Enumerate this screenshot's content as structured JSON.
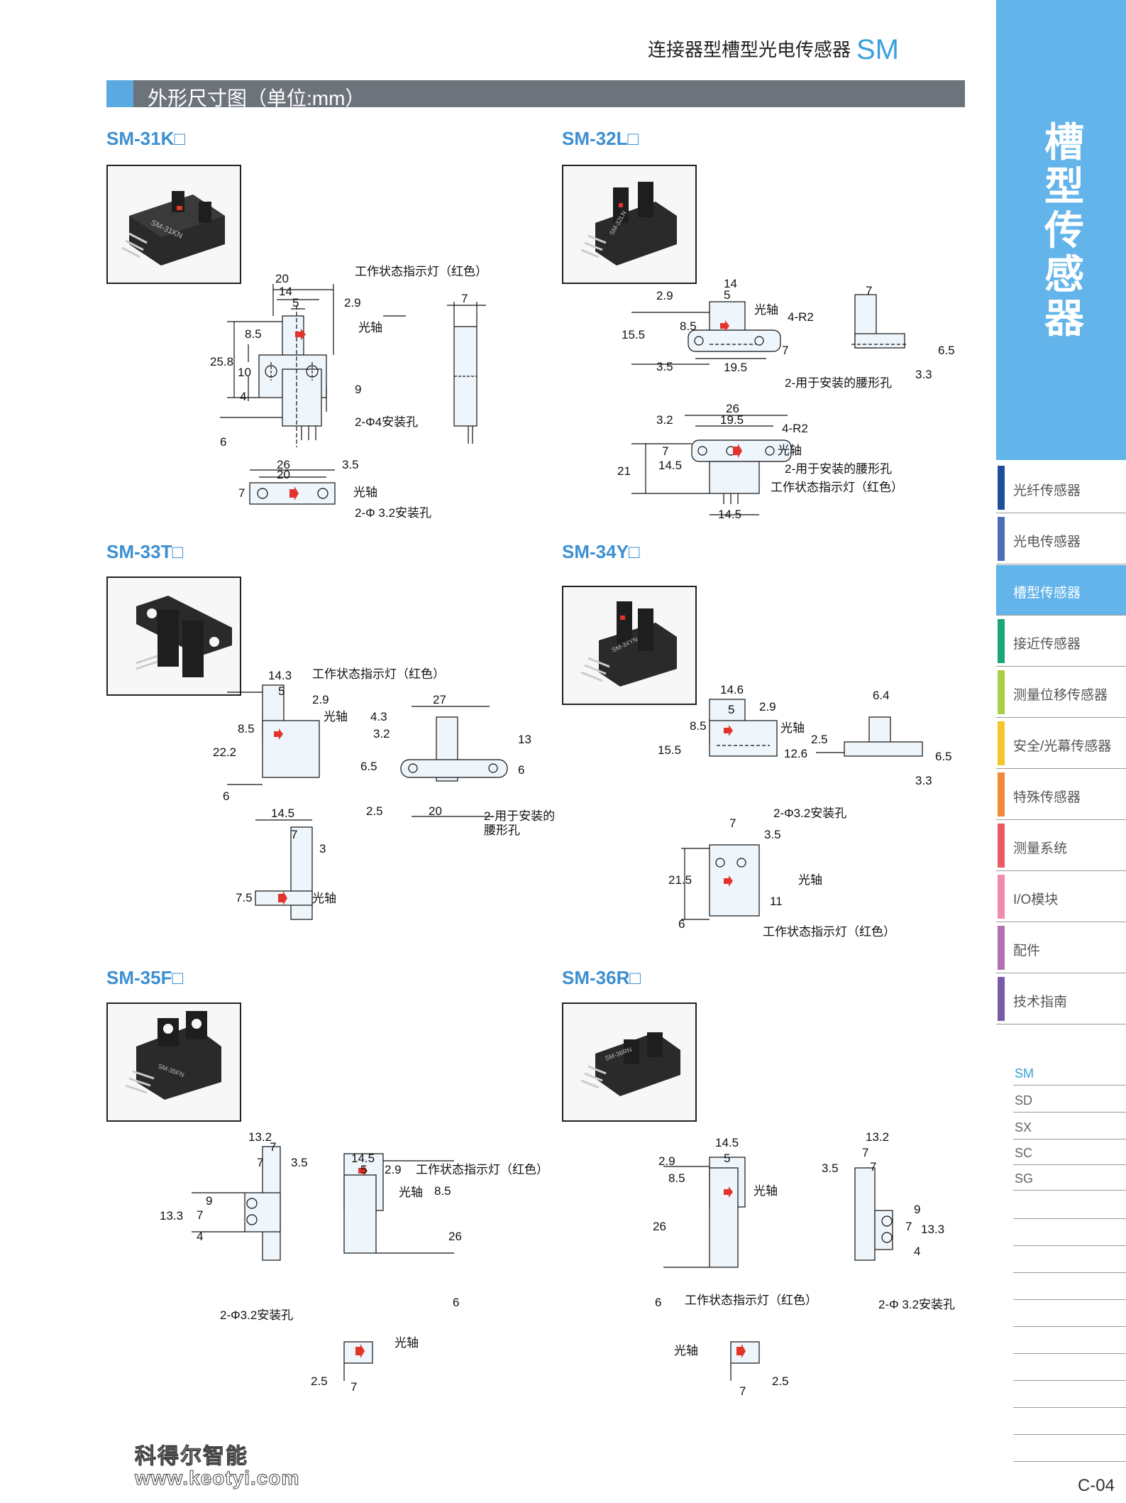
{
  "header": {
    "title": "连接器型槽型光电传感器",
    "series": "SM"
  },
  "section": {
    "title": "外形尺寸图（单位:mm）"
  },
  "models": [
    {
      "name": "SM-31K□"
    },
    {
      "name": "SM-32L□"
    },
    {
      "name": "SM-33T□"
    },
    {
      "name": "SM-34Y□"
    },
    {
      "name": "SM-35F□"
    },
    {
      "name": "SM-36R□"
    }
  ],
  "photo_labels": {
    "sm31": "SM-31KN",
    "sm32": "SM-32LN",
    "sm34": "SM-34YN",
    "sm35": "SM-35FN",
    "sm36": "SM-36RN"
  },
  "labels": {
    "indicator": "工作状态指示灯（红色）",
    "optical_axis": "光轴",
    "r2": "4-R2",
    "slot_hole": "2-用于安装的腰形孔",
    "slot_hole_a": "2-用于安装的",
    "slot_hole_b": "腰形孔",
    "hole_phi4": "2-Φ4安装孔",
    "hole_phi32": "2-Φ3.2安装孔",
    "hole_phi32_b": "2-Φ 3.2安装孔"
  },
  "dims": {
    "sm31": [
      "20",
      "14",
      "5",
      "2.9",
      "8.5",
      "25.8",
      "10",
      "4",
      "9",
      "6",
      "7",
      "26",
      "20",
      "3.5",
      "7"
    ],
    "sm32": [
      "14",
      "5",
      "2.9",
      "8.5",
      "15.5",
      "7",
      "3.5",
      "19.5",
      "7",
      "6.5",
      "3.3",
      "26",
      "19.5",
      "3.2",
      "7",
      "14.5",
      "21",
      "14.5"
    ],
    "sm33": [
      "14.3",
      "5",
      "2.9",
      "8.5",
      "22.2",
      "6",
      "27",
      "4.3",
      "3.2",
      "6.5",
      "13",
      "6",
      "2.5",
      "20",
      "14.5",
      "7",
      "3",
      "7.5"
    ],
    "sm34": [
      "14.6",
      "5",
      "2.9",
      "8.5",
      "15.5",
      "12.6",
      "6.4",
      "2.5",
      "6.5",
      "3.3",
      "7",
      "3.5",
      "21.5",
      "11",
      "6"
    ],
    "sm35": [
      "13.2",
      "7",
      "7",
      "3.5",
      "9",
      "13.3",
      "7",
      "4",
      "14.5",
      "5",
      "2.9",
      "8.5",
      "26",
      "6",
      "2.5",
      "7"
    ],
    "sm36": [
      "14.5",
      "5",
      "2.9",
      "8.5",
      "26",
      "6",
      "13.2",
      "7",
      "7",
      "3.5",
      "9",
      "13.3",
      "7",
      "4",
      "7",
      "2.5"
    ]
  },
  "sidebar": {
    "category": "槽型传感器",
    "nav": [
      {
        "label": "光纤传感器",
        "color": "#1f4e9b"
      },
      {
        "label": "光电传感器",
        "color": "#4a6fb5"
      },
      {
        "label": "槽型传感器",
        "color": "#62b4ea"
      },
      {
        "label": "接近传感器",
        "color": "#1aa57a"
      },
      {
        "label": "测量位移传感器",
        "color": "#a8cf45"
      },
      {
        "label": "安全/光幕传感器",
        "color": "#f6c42b"
      },
      {
        "label": "特殊传感器",
        "color": "#ef8a3a"
      },
      {
        "label": "测量系统",
        "color": "#e95a65"
      },
      {
        "label": "I/O模块",
        "color": "#f08ab0"
      },
      {
        "label": "配件",
        "color": "#b46fb0"
      },
      {
        "label": "技术指南",
        "color": "#7a5ba8"
      }
    ],
    "sub": [
      "SM",
      "SD",
      "SX",
      "SC",
      "SG"
    ]
  },
  "page_number": "C-04",
  "watermark": {
    "line1": "科得尔智能",
    "line2": "www.keotyi.com"
  },
  "colors": {
    "accent": "#62b4ea",
    "bar": "#6d737a",
    "model": "#3d8fd1",
    "led": "#e3342c"
  }
}
